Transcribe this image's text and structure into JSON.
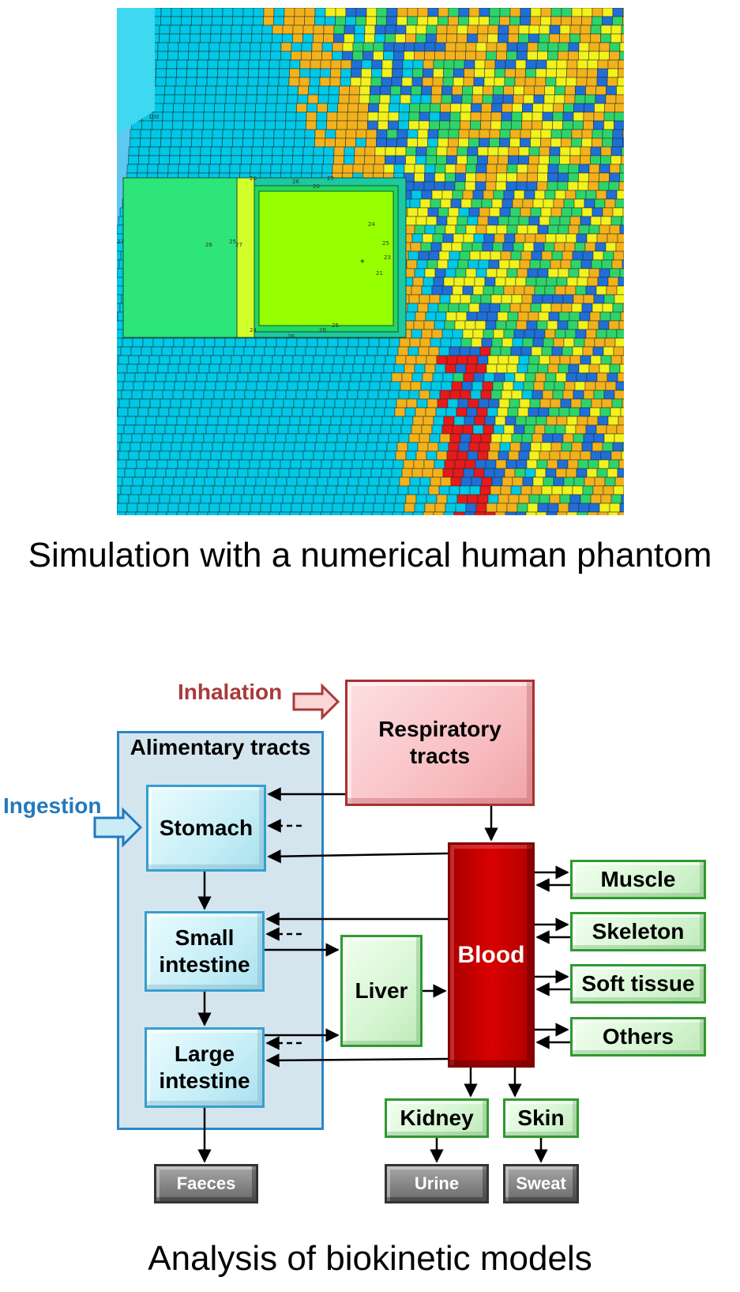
{
  "captions": {
    "top": "Simulation with a numerical human phantom",
    "bottom": "Analysis of biokinetic models"
  },
  "phantom": {
    "tick_labels": [
      "100",
      "26",
      "26",
      "27",
      "25",
      "26",
      "24",
      "25",
      "23",
      "21",
      "27",
      "25",
      "26",
      "26",
      "24",
      "25",
      "26"
    ],
    "colors": {
      "background": "#5ec8f0",
      "cyan": "#00c8e6",
      "blue": "#1f6fd6",
      "green": "#2ed46a",
      "yellow": "#f2f21c",
      "orange": "#f2b21c",
      "red": "#e61a1a",
      "detector": "#2ee57a",
      "detector_face": "#96ff00"
    }
  },
  "diagram": {
    "routes": {
      "inhalation": "Inhalation",
      "ingestion": "Ingestion"
    },
    "alimentary": {
      "title": "Alimentary tracts",
      "stomach": "Stomach",
      "small_intestine": "Small intestine",
      "large_intestine": "Large intestine"
    },
    "respiratory": "Respiratory tracts",
    "blood": "Blood",
    "liver": "Liver",
    "tissues": {
      "muscle": "Muscle",
      "skeleton": "Skeleton",
      "soft_tissue": "Soft tissue",
      "others": "Others"
    },
    "kidney": "Kidney",
    "skin": "Skin",
    "excreta": {
      "faeces": "Faeces",
      "urine": "Urine",
      "sweat": "Sweat"
    },
    "colors": {
      "inhalation": "#a83a3a",
      "ingestion": "#2279bd",
      "alimentary_border": "#2d86c6",
      "green_border": "#2e9b2e",
      "blood": "#d90000"
    }
  }
}
